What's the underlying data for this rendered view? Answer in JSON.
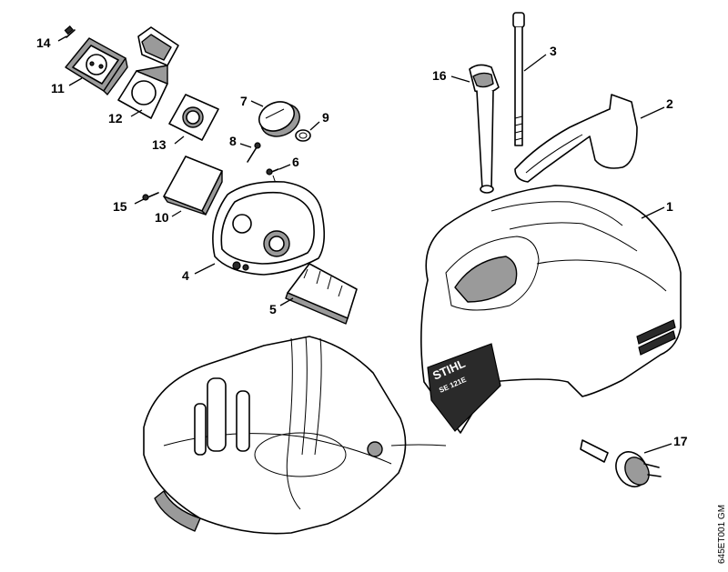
{
  "labels": [
    "1",
    "2",
    "3",
    "4",
    "5",
    "6",
    "7",
    "8",
    "9",
    "10",
    "11",
    "12",
    "13",
    "14",
    "15",
    "16",
    "17"
  ],
  "brand_text": "STIHL",
  "model_text": "SE 121E",
  "drawing_ref": "645ET001 GM"
}
